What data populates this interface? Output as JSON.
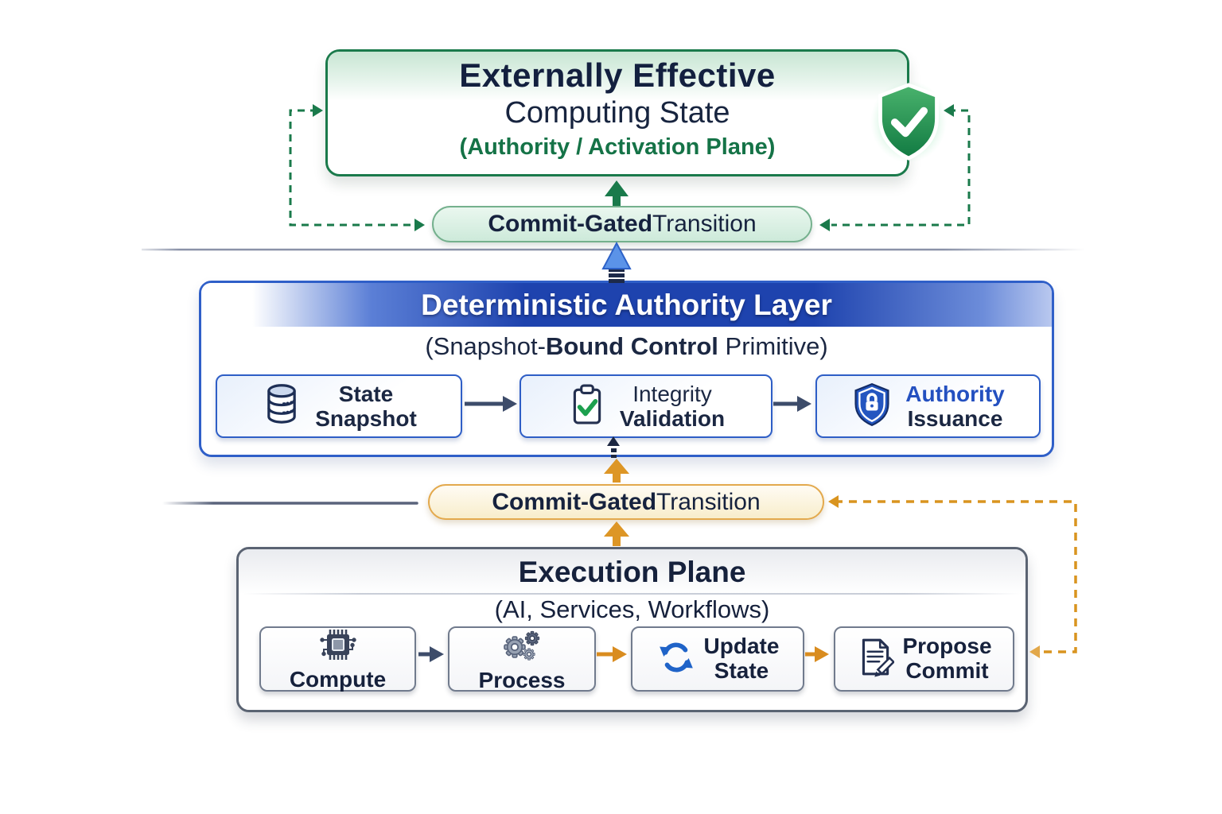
{
  "colors": {
    "green_accent": "#1a7a4b",
    "navy_text": "#1b2742",
    "royal_blue": "#1e43ae",
    "amber": "#d98c1f",
    "slate": "#5a6372",
    "pill_green_bg": "#d9efe2",
    "pill_yellow_bg": "#f8edcb"
  },
  "top_plane": {
    "title_line1": "Externally Effective",
    "title_line2": "Computing State",
    "subtitle": "(Authority / Activation Plane)",
    "icon": "shield-check-icon"
  },
  "commit_gates": {
    "upper": {
      "bold": "Commit-Gated",
      "rest": " Transition"
    },
    "lower": {
      "bold": "Commit-Gated",
      "rest": " Transition"
    }
  },
  "authority_layer": {
    "title": "Deterministic Authority Layer",
    "subtitle_pre": "(Snapshot-",
    "subtitle_bold": "Bound Control",
    "subtitle_post": " Primitive)",
    "steps": [
      {
        "line1": "State",
        "line2": "Snapshot",
        "icon": "database-icon"
      },
      {
        "line1": "Integrity",
        "line2": "Validation",
        "icon": "clipboard-check-icon"
      },
      {
        "line1": "Authority",
        "line2": "Issuance",
        "icon": "shield-lock-icon"
      }
    ]
  },
  "execution_plane": {
    "title": "Execution Plane",
    "subtitle": "(AI, Services, Workflows)",
    "steps": [
      {
        "label": "Compute",
        "icon": "chip-icon"
      },
      {
        "label": "Process",
        "icon": "gears-icon"
      },
      {
        "line1": "Update",
        "line2": "State",
        "icon": "sync-icon"
      },
      {
        "line1": "Propose",
        "line2": "Commit",
        "icon": "document-edit-icon"
      }
    ]
  }
}
